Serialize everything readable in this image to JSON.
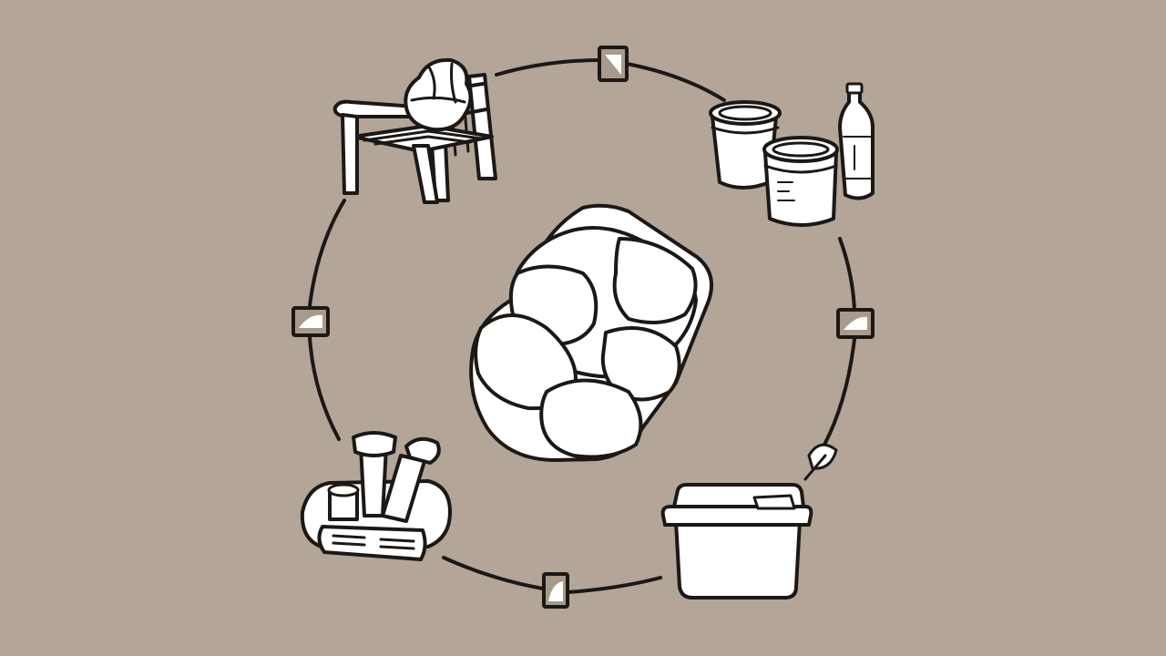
{
  "diagram": {
    "type": "cycle",
    "center_item": "cushion-icon",
    "nodes": [
      {
        "id": "chair",
        "icon": "chair-with-cushion-icon"
      },
      {
        "id": "containers",
        "icon": "jars-and-bottle-icon"
      },
      {
        "id": "storage-box",
        "icon": "storage-box-icon"
      },
      {
        "id": "supplies",
        "icon": "cleaning-supplies-icon"
      }
    ],
    "connectors": [
      {
        "from": "chair",
        "to": "containers",
        "icon": "square-marker-icon"
      },
      {
        "from": "containers",
        "to": "storage-box",
        "icon": "square-marker-icon"
      },
      {
        "from": "storage-box",
        "to": "supplies",
        "icon": "square-marker-icon"
      },
      {
        "from": "supplies",
        "to": "chair",
        "icon": "square-marker-icon"
      }
    ],
    "colors": {
      "background": "#b3a597",
      "ink": "#1b1816",
      "fill": "#ffffff",
      "marker_fill": "#a89a8c"
    }
  }
}
